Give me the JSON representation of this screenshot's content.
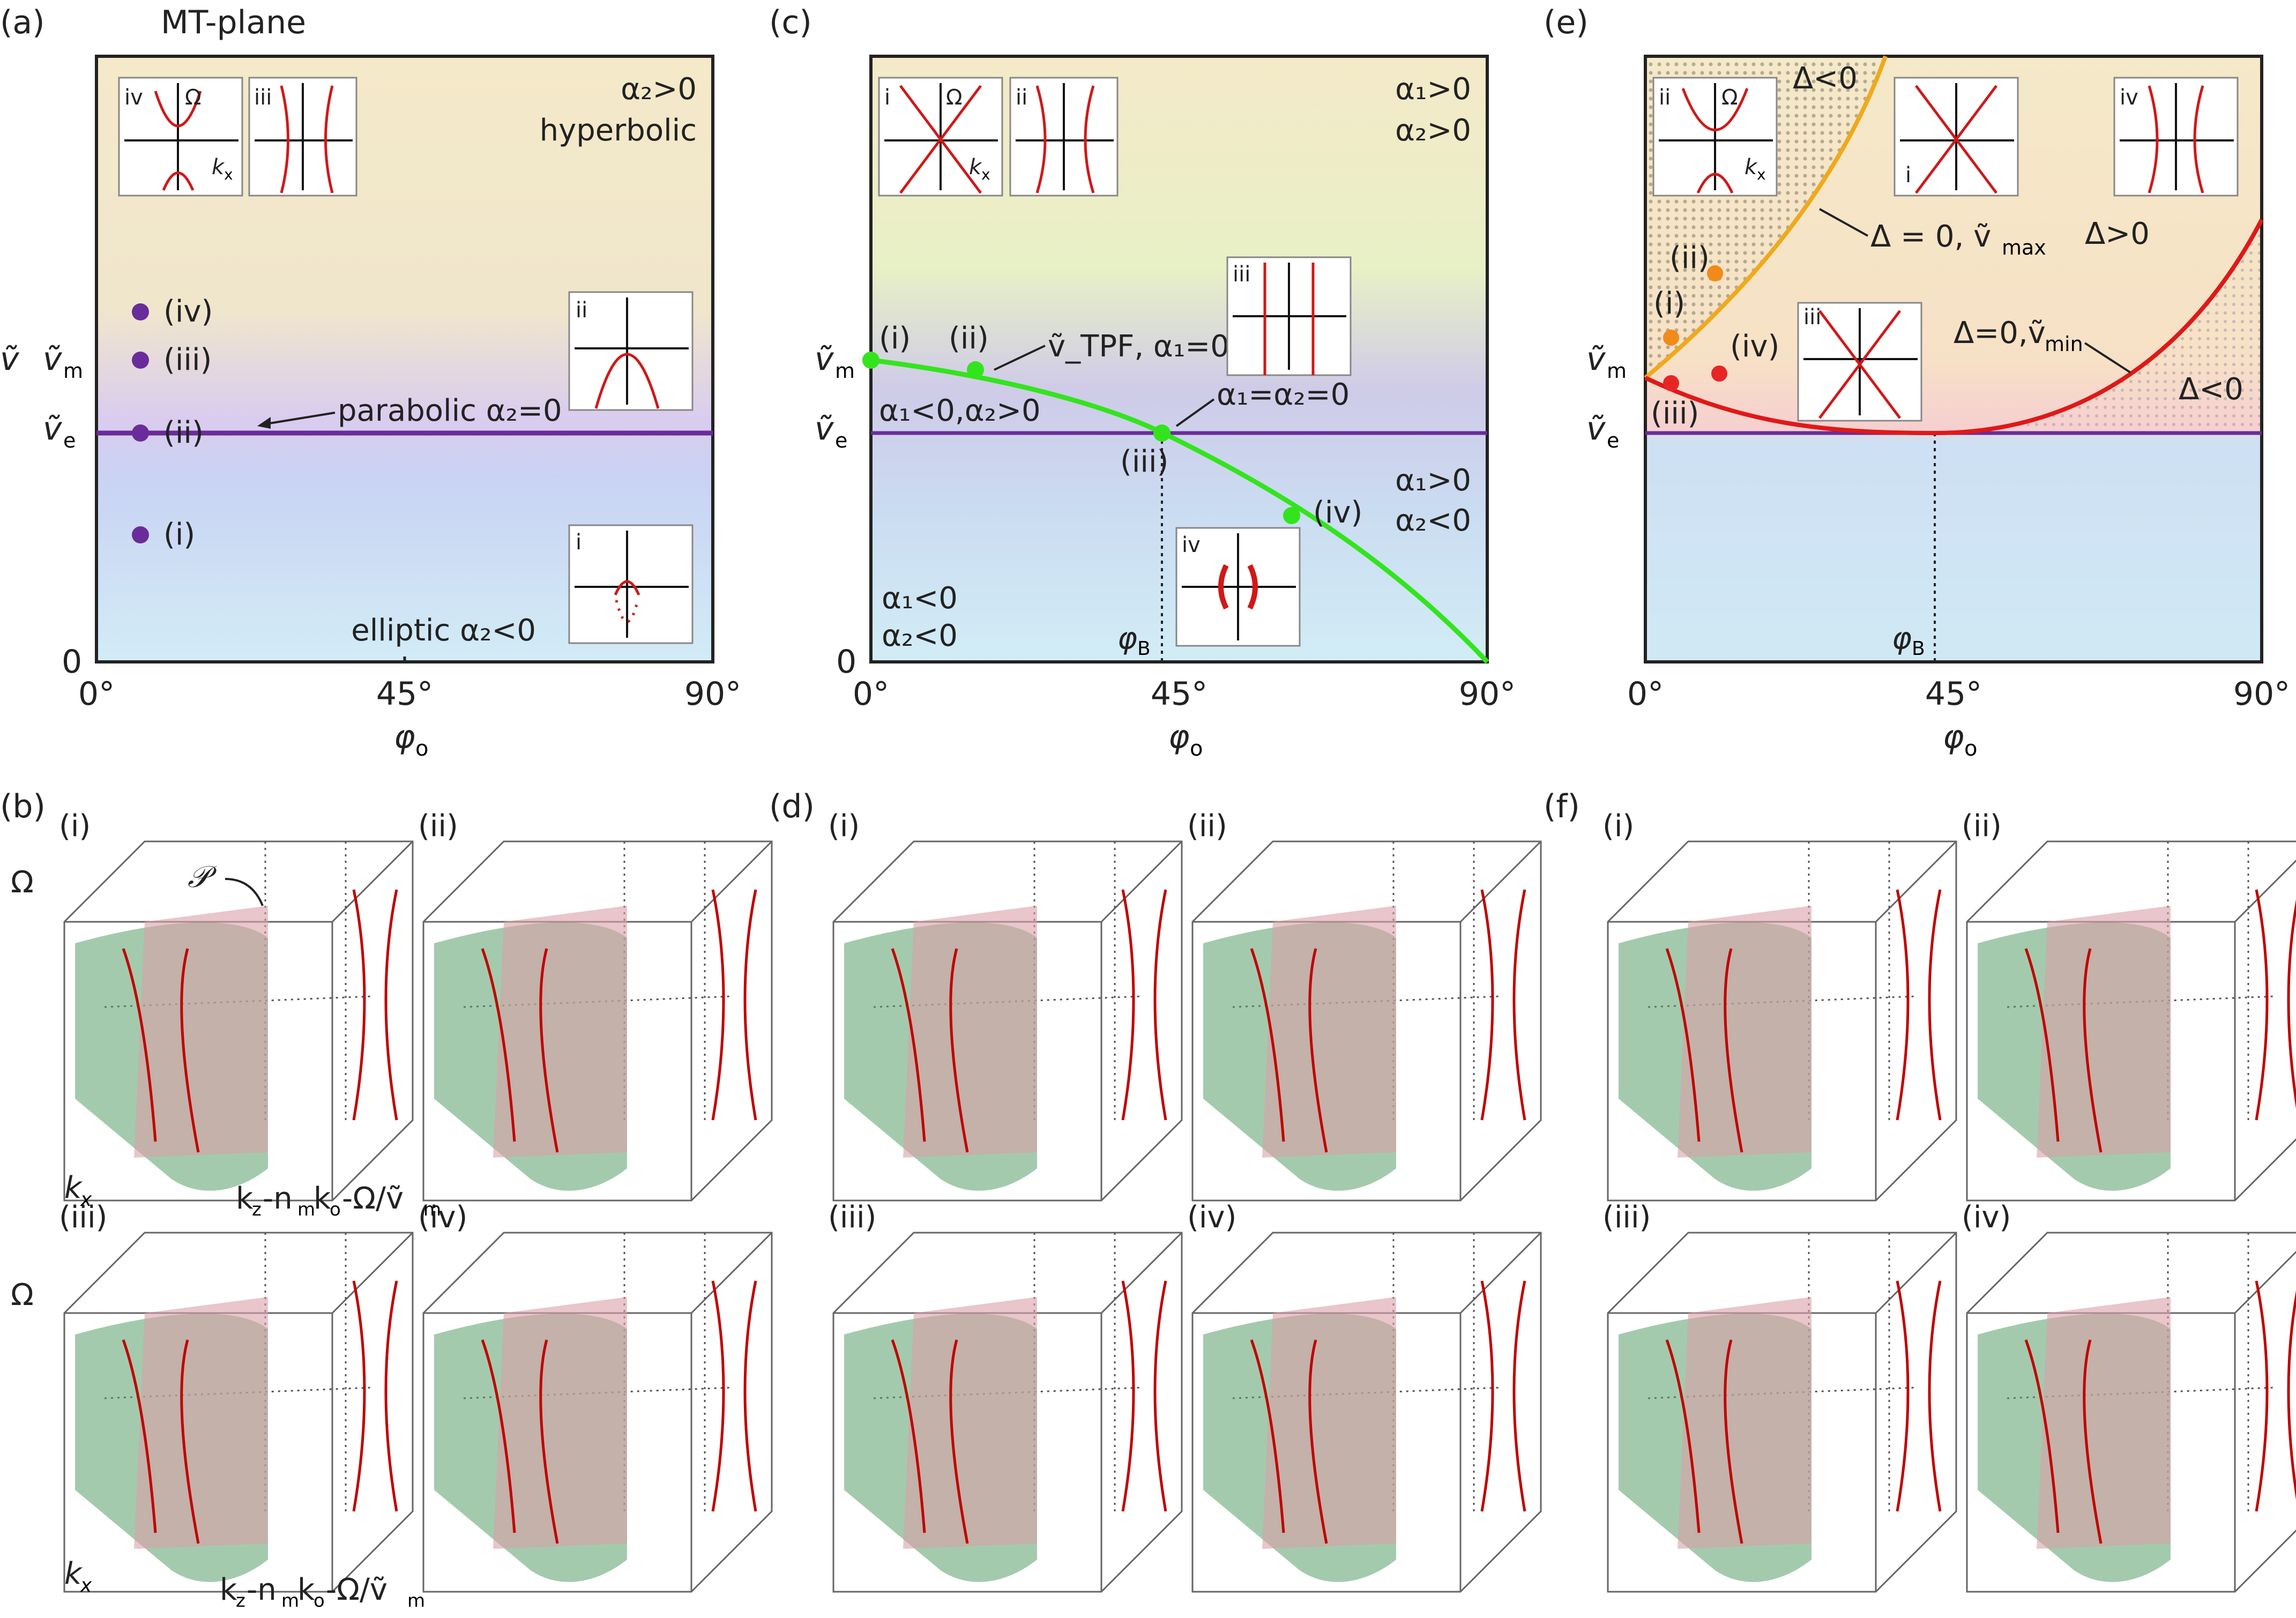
{
  "panels": {
    "a": {
      "letter": "(a)",
      "title": "MT-plane",
      "region_top": [
        "α₂>0",
        "hyperbolic"
      ],
      "parabolic": "parabolic  α₂=0",
      "elliptic": "elliptic  α₂<0",
      "points": [
        "(iv)",
        "(iii)",
        "(ii)",
        "(i)"
      ],
      "insets": [
        "iv",
        "iii",
        "ii",
        "i"
      ]
    },
    "b": {
      "letter": "(b)",
      "P_label": "𝒫"
    },
    "c": {
      "letter": "(c)",
      "points": [
        "(i)",
        "(ii)",
        "(iii)",
        "(iv)"
      ],
      "label_tpf": "ṽ_TPF, α₁=0",
      "label_mid": "α₁=α₂=0",
      "label_left": "α₁<0,α₂>0",
      "region_tr": [
        "α₁>0",
        "α₂>0"
      ],
      "region_br": [
        "α₁>0",
        "α₂<0"
      ],
      "region_bl": [
        "α₁<0",
        "α₂<0"
      ],
      "phiB": "φ",
      "phiB_sub": "B",
      "insets": [
        "i",
        "ii",
        "iii",
        "iv"
      ]
    },
    "d": {
      "letter": "(d)"
    },
    "e": {
      "letter": "(e)",
      "points": [
        "(ii)",
        "(i)",
        "(iv)",
        "(iii)"
      ],
      "delta_neg": "Δ<0",
      "delta_pos": "Δ>0",
      "delta_max": "Δ = 0, ṽ",
      "delta_max_sub": "max",
      "delta_min": "Δ=0,ṽ",
      "delta_min_sub": "min",
      "phiB": "φ",
      "phiB_sub": "B",
      "insets": [
        "ii",
        "i",
        "iv",
        "iii"
      ]
    },
    "f": {
      "letter": "(f)"
    }
  },
  "axes": {
    "y_label": "ṽ",
    "y_tick_m": "ṽ",
    "y_tick_m_sub": "m",
    "y_tick_e": "ṽ",
    "y_tick_e_sub": "e",
    "y_tick_0": "0",
    "x_ticks": [
      "0°",
      "45°",
      "90°"
    ],
    "x_label": "φ",
    "x_label_sub": "o"
  },
  "inset_axes": {
    "omega": "Ω",
    "kx": "k",
    "kx_sub": "x"
  },
  "surface_labels": {
    "omega": "Ω",
    "kx": "k",
    "kx_sub": "x",
    "kz": "k",
    "kz_rest": "-n",
    "kz_m": "m",
    "kz_k": "k",
    "kz_o": "o",
    "kz_tail": "-Ω/ṽ",
    "kz_tail_sub": "m"
  },
  "subplot_labels": [
    "(i)",
    "(ii)",
    "(iii)",
    "(iv)"
  ],
  "colors": {
    "hyperbolic_bg": "#f3e8c6",
    "elliptic_bg": "#cfe8f3",
    "parabolic_line": "#6a2c9a",
    "point_purple": "#6a2c9a",
    "green_curve": "#33e41d",
    "orange_curve": "#f0a91c",
    "red_curve": "#e01818",
    "curve_red": "#c00000",
    "surface_green": "#5a9e6a",
    "surface_pink": "#d8a0a8"
  }
}
